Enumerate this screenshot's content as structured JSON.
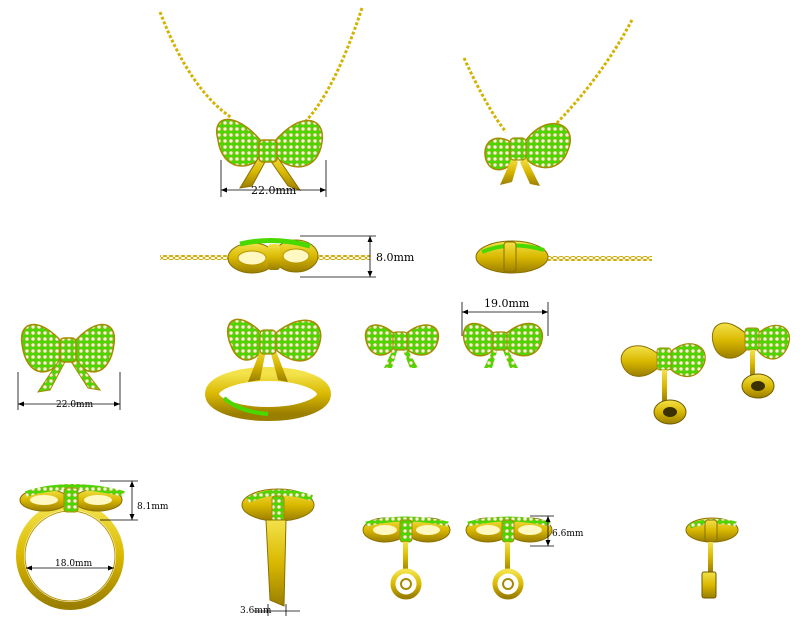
{
  "colors": {
    "gold": "#d9b800",
    "gold_dark": "#a88a00",
    "gold_light": "#f3e24a",
    "enamel": "#49d900",
    "stones": "#f4f4dc"
  },
  "dimensions": {
    "pendant_width": "22.0mm",
    "pendant_height": "8.0mm",
    "ring_bow_width": "22.0mm",
    "earring_bow_width": "19.0mm",
    "ring_bow_height": "8.1mm",
    "ring_inner_diameter": "18.0mm",
    "ring_band_width": "3.6mm",
    "earring_bow_height": "6.6mm"
  }
}
